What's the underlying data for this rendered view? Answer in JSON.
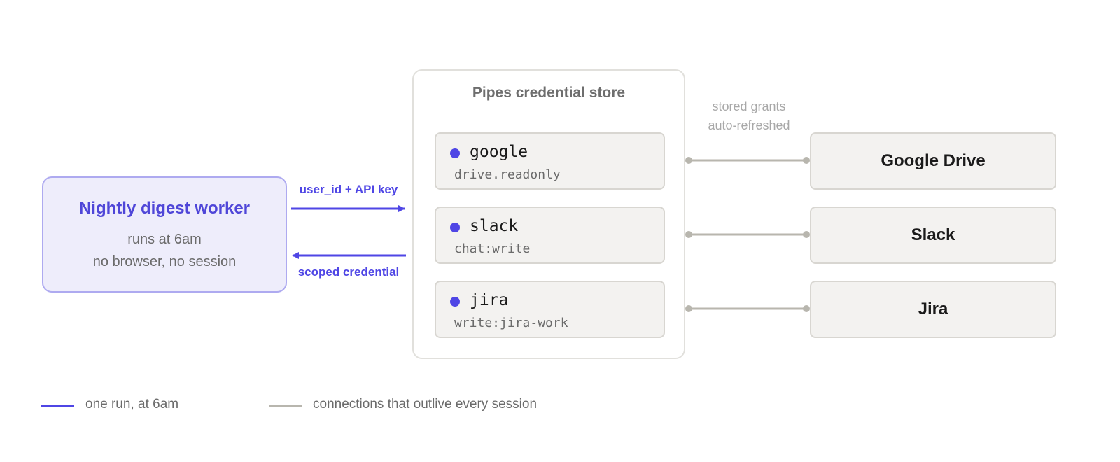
{
  "worker": {
    "title": "Nightly digest worker",
    "line1": "runs at 6am",
    "line2": "no browser, no session"
  },
  "arrows": {
    "request_label": "user_id + API key",
    "response_label": "scoped credential"
  },
  "store": {
    "title": "Pipes credential store",
    "credentials": [
      {
        "name": "google",
        "scope": "drive.readonly"
      },
      {
        "name": "slack",
        "scope": "chat:write"
      },
      {
        "name": "jira",
        "scope": "write:jira-work"
      }
    ]
  },
  "grants_note": {
    "line1": "stored grants",
    "line2": "auto-refreshed"
  },
  "services": [
    "Google Drive",
    "Slack",
    "Jira"
  ],
  "legend": {
    "run_label": "one run, at 6am",
    "connection_label": "connections that outlive every session"
  },
  "colors": {
    "accent": "#4f46e5",
    "connection": "#b8b6ae"
  }
}
